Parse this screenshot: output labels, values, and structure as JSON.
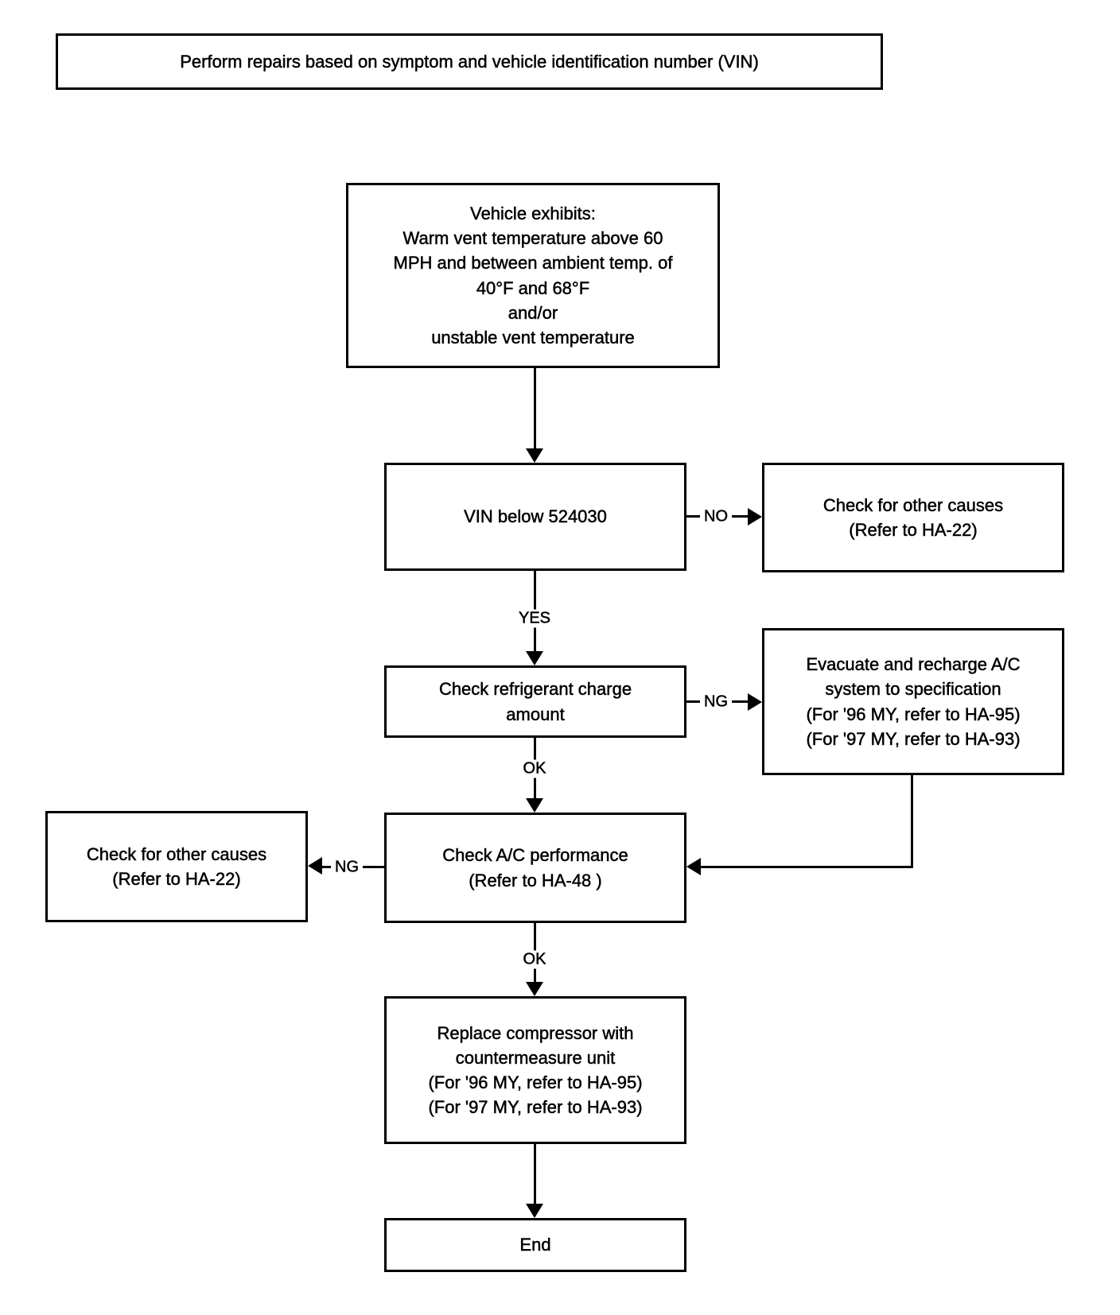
{
  "flowchart": {
    "title_box": "Perform repairs based on symptom and vehicle identification number (VIN)",
    "nodes": {
      "symptom": "Vehicle exhibits:\nWarm vent temperature above 60\nMPH and between ambient temp. of\n40°F and 68°F\nand/or\nunstable vent temperature",
      "vin_check": "VIN below 524030",
      "other_causes_right": "Check for other causes\n(Refer to HA-22)",
      "refrigerant_check": "Check refrigerant charge\namount",
      "evacuate_recharge": "Evacuate and recharge A/C\nsystem to specification\n(For '96 MY, refer to HA-95)\n(For '97 MY, refer to HA-93)",
      "ac_performance": "Check A/C performance\n(Refer to HA-48 )",
      "other_causes_left": "Check for other causes\n(Refer to HA-22)",
      "replace_compressor": "Replace compressor with\ncountermeasure unit\n(For '96 MY, refer to HA-95)\n(For '97 MY, refer to HA-93)",
      "end": "End"
    },
    "edge_labels": {
      "vin_no": "NO",
      "vin_yes": "YES",
      "refrigerant_ng": "NG",
      "refrigerant_ok": "OK",
      "ac_ng": "NG",
      "ac_ok": "OK"
    },
    "colors": {
      "ink": "#000000",
      "paper": "#ffffff"
    }
  }
}
